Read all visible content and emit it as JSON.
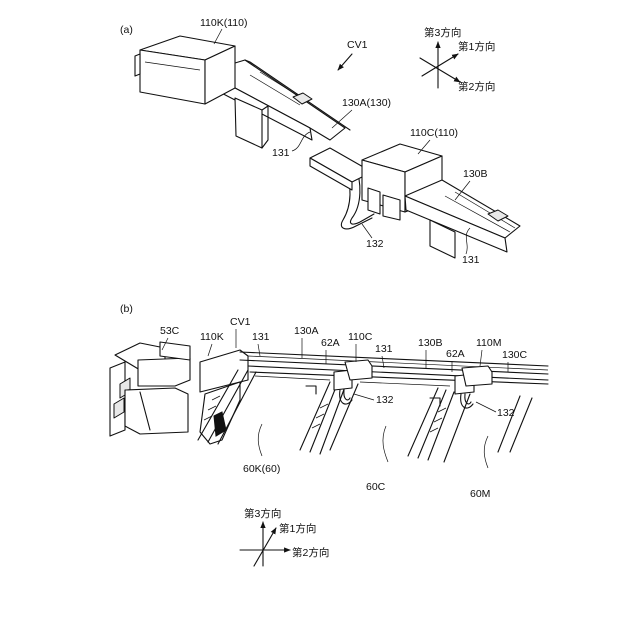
{
  "panel_a": {
    "panel_label": "(a)",
    "labels": {
      "cover": "CV1",
      "cover_110k": "110K(110)",
      "plate_130a": "130A(130)",
      "cover_110c": "110C(110)",
      "plate_130b": "130B",
      "part_131_left": "131",
      "part_131_right": "131",
      "part_132": "132"
    },
    "axes": {
      "dir1": "第1方向",
      "dir2": "第2方向",
      "dir3": "第3方向"
    }
  },
  "panel_b": {
    "panel_label": "(b)",
    "labels": {
      "part_53c": "53C",
      "part_110k": "110K",
      "cover": "CV1",
      "part_131_left": "131",
      "part_130a": "130A",
      "part_62a_left": "62A",
      "part_110c": "110C",
      "part_131_mid": "131",
      "part_130b": "130B",
      "part_62a_right": "62A",
      "part_110m": "110M",
      "part_130c": "130C",
      "part_132_left": "132",
      "part_132_right": "132",
      "cell_60k": "60K(60)",
      "cell_60c": "60C",
      "cell_60m": "60M"
    },
    "axes": {
      "dir1": "第1方向",
      "dir2": "第2方向",
      "dir3": "第3方向"
    }
  }
}
